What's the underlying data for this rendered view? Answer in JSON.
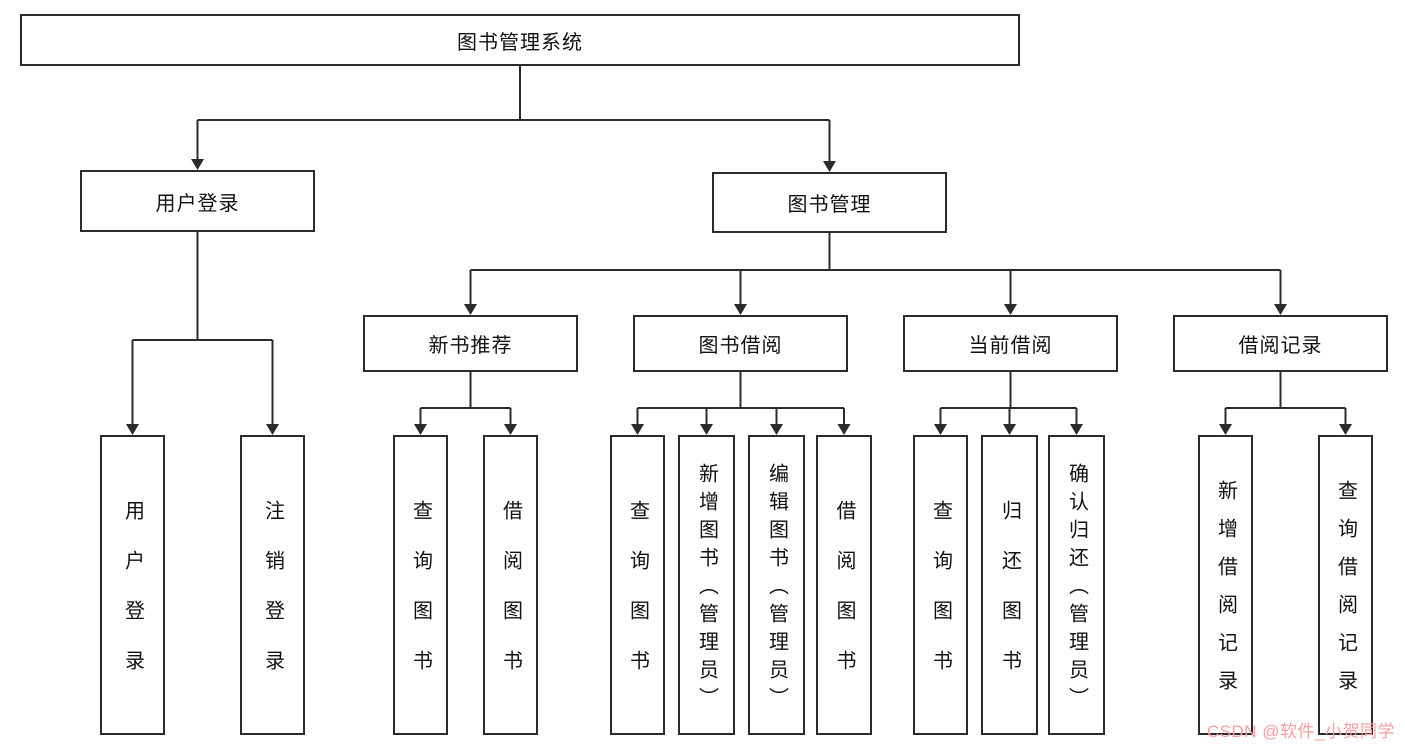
{
  "nodes": {
    "root": {
      "label": "图书管理系统"
    },
    "user_login": {
      "label": "用户登录"
    },
    "book_mgmt": {
      "label": "图书管理"
    },
    "user_login_leaf": {
      "label": "用户登录"
    },
    "logout_leaf": {
      "label": "注销登录"
    },
    "new_book_rec": {
      "label": "新书推荐"
    },
    "book_borrow": {
      "label": "图书借阅"
    },
    "current_borrow": {
      "label": "当前借阅"
    },
    "borrow_records": {
      "label": "借阅记录"
    },
    "nbr_query_book": {
      "label": "查询图书"
    },
    "nbr_borrow_book": {
      "label": "借阅图书"
    },
    "bb_query_book": {
      "label": "查询图书"
    },
    "bb_add_book": {
      "label": "新增图书（管理员）"
    },
    "bb_edit_book": {
      "label": "编辑图书（管理员）"
    },
    "bb_borrow_book": {
      "label": "借阅图书"
    },
    "cb_query_book": {
      "label": "查询图书"
    },
    "cb_return_book": {
      "label": "归还图书"
    },
    "cb_confirm_return": {
      "label": "确认归还（管理员）"
    },
    "br_add_record": {
      "label": "新增借阅记录"
    },
    "br_query_record": {
      "label": "查询借阅记录"
    }
  },
  "watermark": {
    "text": "CSDN @软件_小贺同学"
  },
  "colors": {
    "line": "#2b2b2b",
    "watermark": "#fb9d9d"
  }
}
